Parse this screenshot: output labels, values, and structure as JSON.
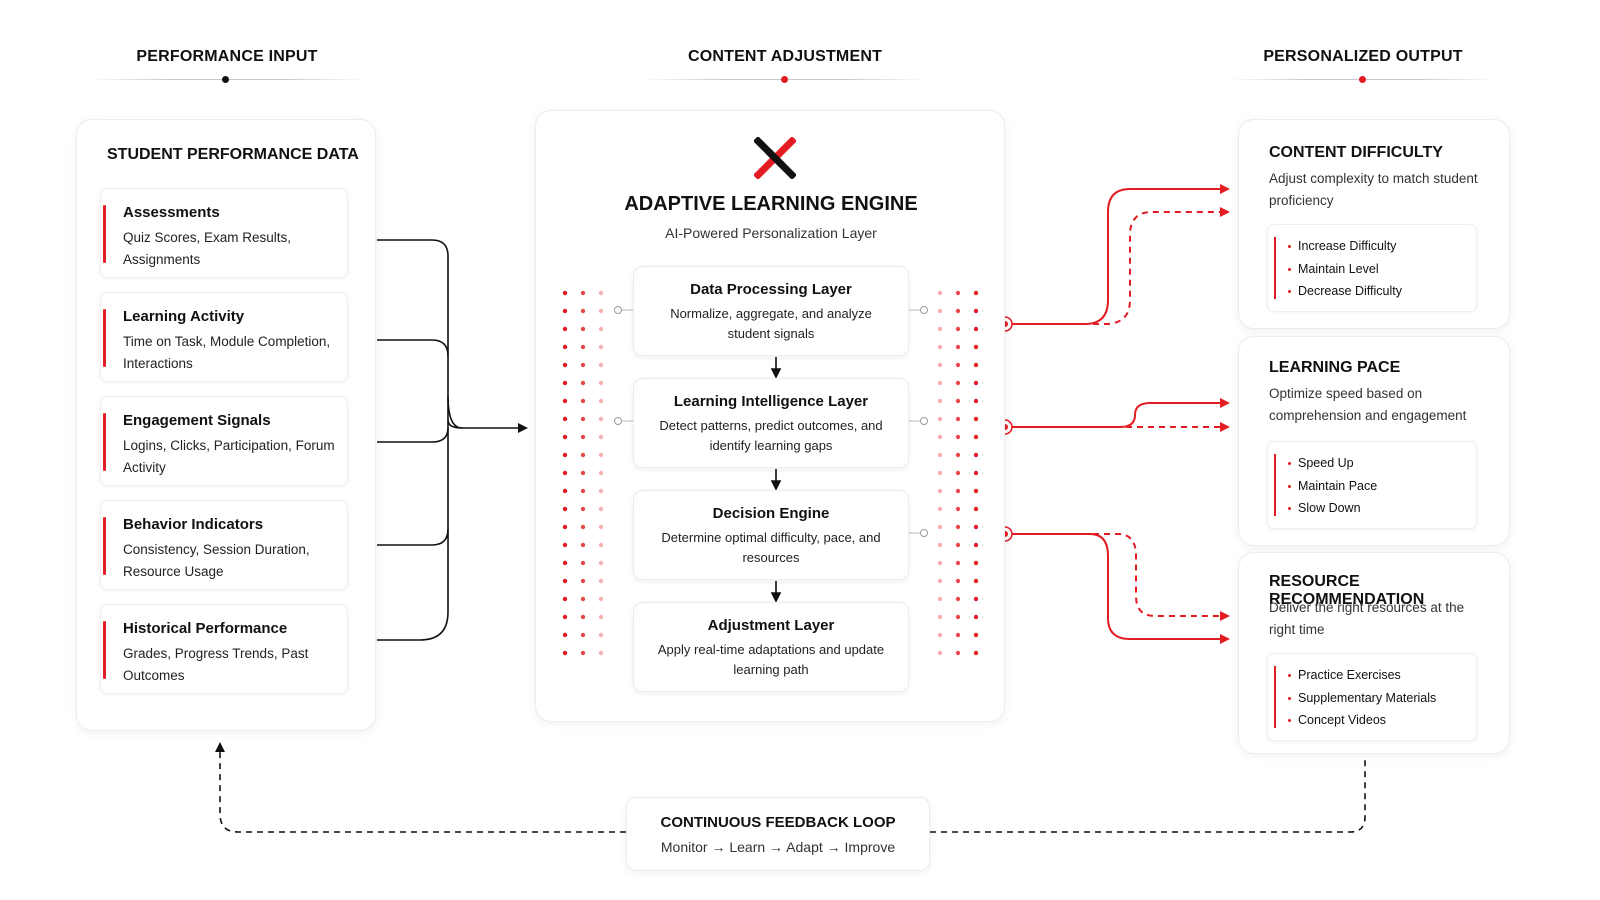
{
  "headers": {
    "input": "PERFORMANCE INPUT",
    "adjust": "CONTENT ADJUSTMENT",
    "output": "PERSONALIZED OUTPUT"
  },
  "input_panel": {
    "title": "STUDENT PERFORMANCE DATA",
    "items": [
      {
        "title": "Assessments",
        "desc": "Quiz Scores, Exam Results, Assignments"
      },
      {
        "title": "Learning Activity",
        "desc": "Time on Task, Module Completion, Interactions"
      },
      {
        "title": "Engagement Signals",
        "desc": "Logins, Clicks, Participation, Forum Activity"
      },
      {
        "title": "Behavior Indicators",
        "desc": "Consistency, Session Duration, Resource Usage"
      },
      {
        "title": "Historical Performance",
        "desc": "Grades, Progress Trends, Past Outcomes"
      }
    ]
  },
  "engine": {
    "title": "ADAPTIVE LEARNING ENGINE",
    "subtitle": "AI-Powered Personalization Layer",
    "layers": [
      {
        "title": "Data Processing Layer",
        "desc": "Normalize, aggregate, and analyze student signals"
      },
      {
        "title": "Learning Intelligence Layer",
        "desc": "Detect patterns, predict outcomes, and identify learning gaps"
      },
      {
        "title": "Decision Engine",
        "desc": "Determine optimal difficulty, pace, and resources"
      },
      {
        "title": "Adjustment Layer",
        "desc": "Apply real-time adaptations and update learning path"
      }
    ]
  },
  "outputs": [
    {
      "title": "CONTENT DIFFICULTY",
      "desc": "Adjust complexity to match student proficiency",
      "items": [
        "Increase Difficulty",
        "Maintain Level",
        "Decrease Difficulty"
      ]
    },
    {
      "title": "LEARNING PACE",
      "desc": "Optimize speed based on comprehension and engagement",
      "items": [
        "Speed Up",
        "Maintain Pace",
        "Slow Down"
      ]
    },
    {
      "title": "RESOURCE RECOMMENDATION",
      "desc": "Deliver the right resources at the right time",
      "items": [
        "Practice Exercises",
        "Supplementary Materials",
        "Concept Videos"
      ]
    }
  ],
  "feedback": {
    "title": "CONTINUOUS FEEDBACK LOOP",
    "steps": "Monitor → Learn → Adapt → Improve"
  },
  "icons": {
    "logo": "red-black-x-logo-icon"
  },
  "colors": {
    "accent": "#e31b23",
    "text": "#111111",
    "connector": "#111111"
  }
}
